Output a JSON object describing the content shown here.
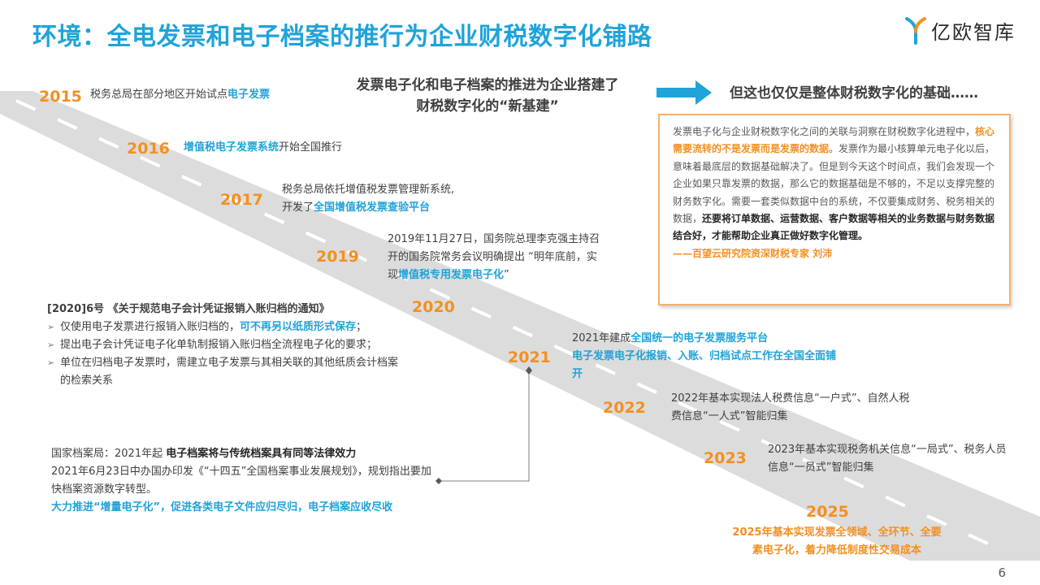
{
  "title": "环境：全电发票和电子档案的推行为企业财税数字化铺路",
  "logo": {
    "text": "亿欧智库",
    "icon": "yiou-logo-icon"
  },
  "subtitle": {
    "line1": "发票电子化和电子档案的推进为企业搭建了",
    "line2": "财税数字化的“新基建”"
  },
  "basis": "但这也仅仅是整体财税数字化的基础……",
  "quote": {
    "p1": "发票电子化与企业财税数字化之间的关联与洞察在财税数字化进程中，",
    "p2_hl": "核心需要流转的不是发票而是发票的数据",
    "p3": "。发票作为最小核算单元电子化以后，意味着最底层的数据基础解决了。但是到今天这个时间点，我们会发现一个企业如果只靠发票的数据，那么它的数据基础是不够的，不足以支撑完整的财务数字化。需要一套类似数据中台的系统，不仅要集成财务、税务相关的数据，",
    "p4_hl": "还要将订单数据、运营数据、客户数据等相关的业务数据与财务数据结合好，才能帮助企业真正做好数字化管理。",
    "author": "——百望云研究院资深财税专家 刘沛"
  },
  "timeline": {
    "y2015": {
      "year": "2015",
      "pre": "税务总局在部分地区开始试点",
      "hl": "电子发票"
    },
    "y2016": {
      "year": "2016",
      "hl": "增值税电子发票系统",
      "post": "开始全国推行"
    },
    "y2017": {
      "year": "2017",
      "line1": "税务总局依托增值税发票管理新系统,",
      "pre2": "开发了",
      "hl": "全国增值税发票查验平台"
    },
    "y2019": {
      "year": "2019",
      "line1": "2019年11月27日，国务院总理李克强主持召",
      "line2": "开的国务院常务会议明确提出 “明年底前，实",
      "pre3": "现",
      "hl": "增值税专用发票电子化",
      "post3": "”"
    },
    "y2020": {
      "year": "2020",
      "heading": "[2020]6号 《关于规范电子会计凭证报销入账归档的通知》",
      "b1_pre": "仅使用电子发票进行报销入账归档的，",
      "b1_hl": "可不再另以纸质形式保存",
      "b1_post": "；",
      "b2": "提出电子会计凭证电子化单轨制报销入账归档全流程电子化的要求；",
      "b3": "单位在归档电子发票时，需建立电子发票与其相关联的其他纸质会计档案的检索关系"
    },
    "y2021": {
      "year": "2021",
      "line1_pre": "2021年建成",
      "line1_hl": "全国统一的电子发票服务平台",
      "line2_hl": "电子发票电子化报销、入账、归档试点工作在全国全面铺开"
    },
    "archive": {
      "line1_pre": "国家档案局：2021年起 ",
      "line1_hl": "电子档案将与传统档案具有同等法律效力",
      "line2": "2021年6月23日中办国办印发《“十四五”全国档案事业发展规划》，规划指出要加快档案资源数字转型。",
      "line3_hl": "大力推进“增量电子化”，促进各类电子文件应归尽归，电子档案应收尽收"
    },
    "y2022": {
      "year": "2022",
      "text": "2022年基本实现法人税费信息“一户式”、自然人税费信息“一人式”智能归集"
    },
    "y2023": {
      "year": "2023",
      "text": "2023年基本实现税务机关信息“一局式”、税务人员信息“一员式”智能归集"
    },
    "y2025": {
      "year": "2025",
      "line1": "2025年基本实现发票全领域、全环节、全要",
      "line2": "素电子化，着力降低制度性交易成本"
    }
  },
  "page_number": "6",
  "colors": {
    "title_blue": "#1fa3d9",
    "year_orange": "#f39021",
    "road_gray": "#d9d9d9",
    "box_border": "#f3b071"
  }
}
